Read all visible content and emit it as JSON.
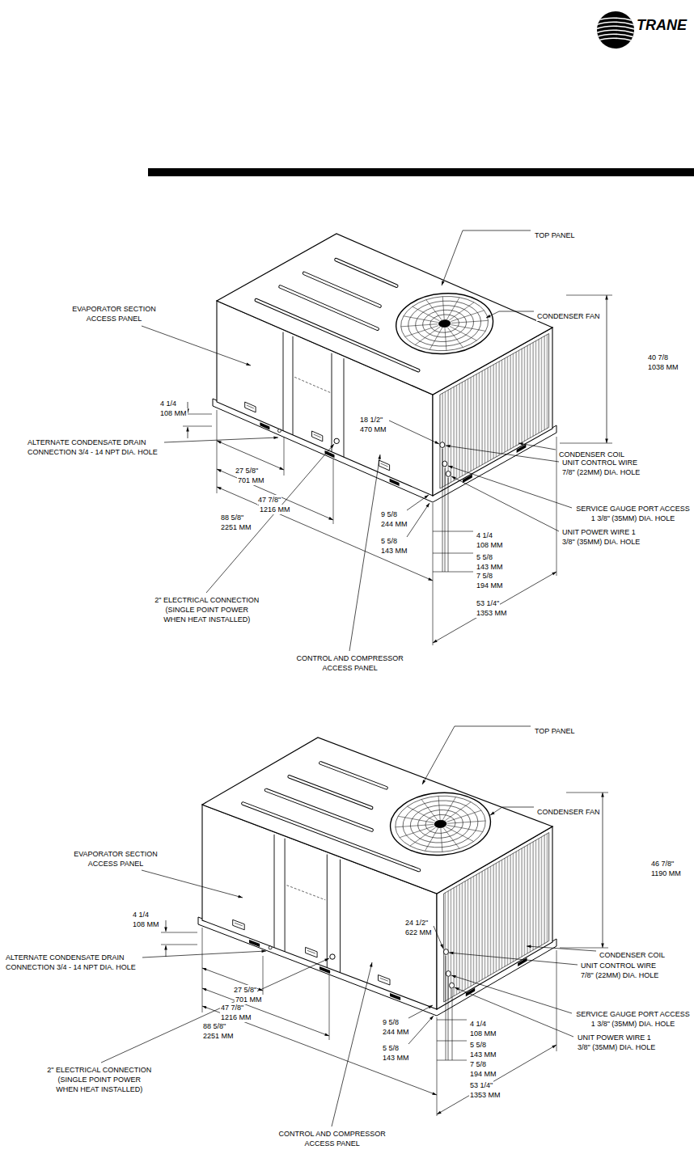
{
  "diagram": {
    "labels": [
      "TRANE",
      "TOP PANEL",
      "CONDENSER FAN",
      "EVAPORATOR SECTION ACCESS PANEL",
      "40 7/8",
      "1038 MM",
      "4 1/4",
      "108 MM",
      "ALTERNATE CONDENSATE DRAIN CONNECTION 3/4 - 14 NPT DIA. HOLE",
      "18 1/2\"",
      "470 MM",
      "CONDENSER COIL",
      "UNIT CONTROL WIRE 7/8\" (22MM) DIA. HOLE",
      "27 5/8\"",
      "701 MM",
      "47 7/8\"",
      "1216 MM",
      "SERVICE GAUGE PORT ACCESS 1 3/8\" (35MM) DIA. HOLE",
      "88 5/8\"",
      "2251 MM",
      "9 5/8",
      "244 MM",
      "4 1/4",
      "108 MM",
      "UNIT POWER WIRE 1 3/8\" (35MM) DIA. HOLE",
      "5 5/8",
      "143 MM",
      "5 5/8",
      "143 MM",
      "7 5/8",
      "194 MM",
      "53 1/4\"",
      "1353 MM",
      "2\" ELECTRICAL CONNECTION (SINGLE POINT POWER WHEN HEAT INSTALLED)",
      "CONTROL AND COMPRESSOR ACCESS PANEL",
      "TOP PANEL",
      "CONDENSER FAN",
      "EVAPORATOR SECTION ACCESS PANEL",
      "46 7/8\"",
      "1190 MM",
      "4 1/4",
      "108 MM",
      "24 1/2\"",
      "622 MM",
      "ALTERNATE CONDENSATE DRAIN CONNECTION 3/4 - 14 NPT DIA. HOLE",
      "CONDENSER COIL",
      "UNIT CONTROL WIRE 7/8\" (22MM) DIA. HOLE",
      "27 5/8\"",
      "701 MM",
      "47 7/8\"",
      "1216 MM",
      "SERVICE GAUGE PORT ACCESS 1 3/8\" (35MM) DIA. HOLE",
      "88 5/8\"",
      "2251 MM",
      "9 5/8",
      "244 MM",
      "4 1/4",
      "108 MM",
      "UNIT POWER WIRE 1 3/8\" (35MM) DIA. HOLE",
      "5 5/8",
      "143 MM",
      "5 5/8",
      "143 MM",
      "7 5/8",
      "194 MM",
      "53 1/4\"",
      "1353 MM",
      "2\" ELECTRICAL CONNECTION (SINGLE POINT POWER WHEN HEAT INSTALLED)",
      "CONTROL AND COMPRESSOR ACCESS PANEL"
    ]
  }
}
